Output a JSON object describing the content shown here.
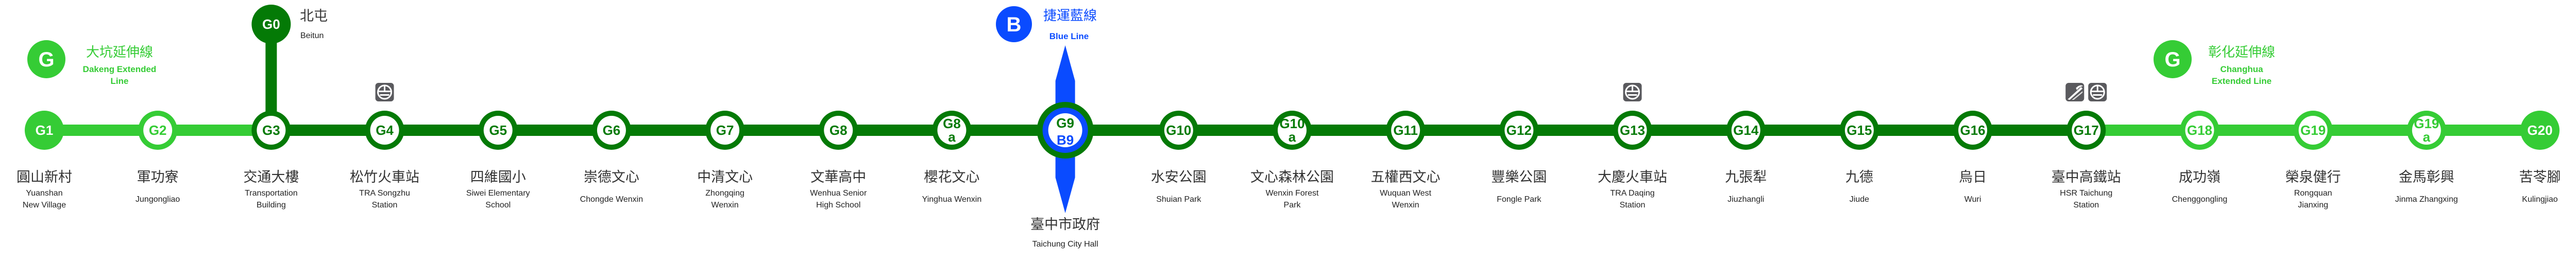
{
  "colors": {
    "dark_green": "#047a06",
    "light_green": "#35cc35",
    "blue": "#0a4bff",
    "icon_gray": "#5a5a5e",
    "text": "#333333"
  },
  "legends": {
    "dakeng": {
      "letter": "G",
      "zh": "大坑延伸線",
      "en": [
        "Dakeng Extended",
        "Line"
      ]
    },
    "blue": {
      "letter": "B",
      "zh": "捷運藍線",
      "en": [
        "Blue Line"
      ]
    },
    "changhua": {
      "letter": "G",
      "zh": "彰化延伸線",
      "en": [
        "Changhua",
        "Extended Line"
      ]
    }
  },
  "branch": {
    "code": "G0",
    "zh": "北屯",
    "en": "Beitun"
  },
  "stations": [
    {
      "code": "G1",
      "sub": "",
      "style": "light-terminal",
      "zh": "圓山新村",
      "en": [
        "Yuanshan",
        "New Village"
      ],
      "icons": []
    },
    {
      "code": "G2",
      "sub": "",
      "style": "light",
      "zh": "軍功寮",
      "en": [
        "Jungongliao"
      ],
      "icons": []
    },
    {
      "code": "G3",
      "sub": "",
      "style": "dark",
      "zh": "交通大樓",
      "en": [
        "Transportation",
        "Building"
      ],
      "icons": []
    },
    {
      "code": "G4",
      "sub": "",
      "style": "dark",
      "zh": "松竹火車站",
      "en": [
        "TRA Songzhu",
        "Station"
      ],
      "icons": [
        "tra-icon"
      ]
    },
    {
      "code": "G5",
      "sub": "",
      "style": "dark",
      "zh": "四維國小",
      "en": [
        "Siwei Elementary",
        "School"
      ],
      "icons": []
    },
    {
      "code": "G6",
      "sub": "",
      "style": "dark",
      "zh": "崇德文心",
      "en": [
        "Chongde Wenxin"
      ],
      "icons": []
    },
    {
      "code": "G7",
      "sub": "",
      "style": "dark",
      "zh": "中清文心",
      "en": [
        "Zhongqing",
        "Wenxin"
      ],
      "icons": []
    },
    {
      "code": "G8",
      "sub": "",
      "style": "dark",
      "zh": "文華高中",
      "en": [
        "Wenhua Senior",
        "High School"
      ],
      "icons": []
    },
    {
      "code": "G8",
      "sub": "a",
      "style": "dark",
      "zh": "櫻花文心",
      "en": [
        "Yinghua Wenxin"
      ],
      "icons": []
    },
    {
      "code": "G9",
      "sub": "B9",
      "style": "interchange",
      "zh": "臺中市政府",
      "en": [
        "Taichung City Hall"
      ],
      "icons": []
    },
    {
      "code": "G10",
      "sub": "",
      "style": "dark",
      "zh": "水安公園",
      "en": [
        "Shuian Park"
      ],
      "icons": []
    },
    {
      "code": "G10",
      "sub": "a",
      "style": "dark",
      "zh": "文心森林公園",
      "en": [
        "Wenxin Forest",
        "Park"
      ],
      "icons": []
    },
    {
      "code": "G11",
      "sub": "",
      "style": "dark",
      "zh": "五權西文心",
      "en": [
        "Wuquan West",
        "Wenxin"
      ],
      "icons": []
    },
    {
      "code": "G12",
      "sub": "",
      "style": "dark",
      "zh": "豐樂公園",
      "en": [
        "Fongle Park"
      ],
      "icons": []
    },
    {
      "code": "G13",
      "sub": "",
      "style": "dark",
      "zh": "大慶火車站",
      "en": [
        "TRA Daqing",
        "Station"
      ],
      "icons": [
        "tra-icon"
      ]
    },
    {
      "code": "G14",
      "sub": "",
      "style": "dark",
      "zh": "九張犁",
      "en": [
        "Jiuzhangli"
      ],
      "icons": []
    },
    {
      "code": "G15",
      "sub": "",
      "style": "dark",
      "zh": "九德",
      "en": [
        "Jiude"
      ],
      "icons": []
    },
    {
      "code": "G16",
      "sub": "",
      "style": "dark",
      "zh": "烏日",
      "en": [
        "Wuri"
      ],
      "icons": []
    },
    {
      "code": "G17",
      "sub": "",
      "style": "dark",
      "zh": "臺中高鐵站",
      "en": [
        "HSR Taichung",
        "Station"
      ],
      "icons": [
        "hsr-icon",
        "tra-icon"
      ]
    },
    {
      "code": "G18",
      "sub": "",
      "style": "light",
      "zh": "成功嶺",
      "en": [
        "Chenggongling"
      ],
      "icons": []
    },
    {
      "code": "G19",
      "sub": "",
      "style": "light",
      "zh": "榮泉健行",
      "en": [
        "Rongquan",
        "Jianxing"
      ],
      "icons": []
    },
    {
      "code": "G19",
      "sub": "a",
      "style": "light",
      "zh": "金馬彰興",
      "en": [
        "Jinma Zhangxing"
      ],
      "icons": []
    },
    {
      "code": "G20",
      "sub": "",
      "style": "light-terminal",
      "zh": "苦苓腳",
      "en": [
        "Kulingjiao"
      ],
      "icons": []
    }
  ]
}
